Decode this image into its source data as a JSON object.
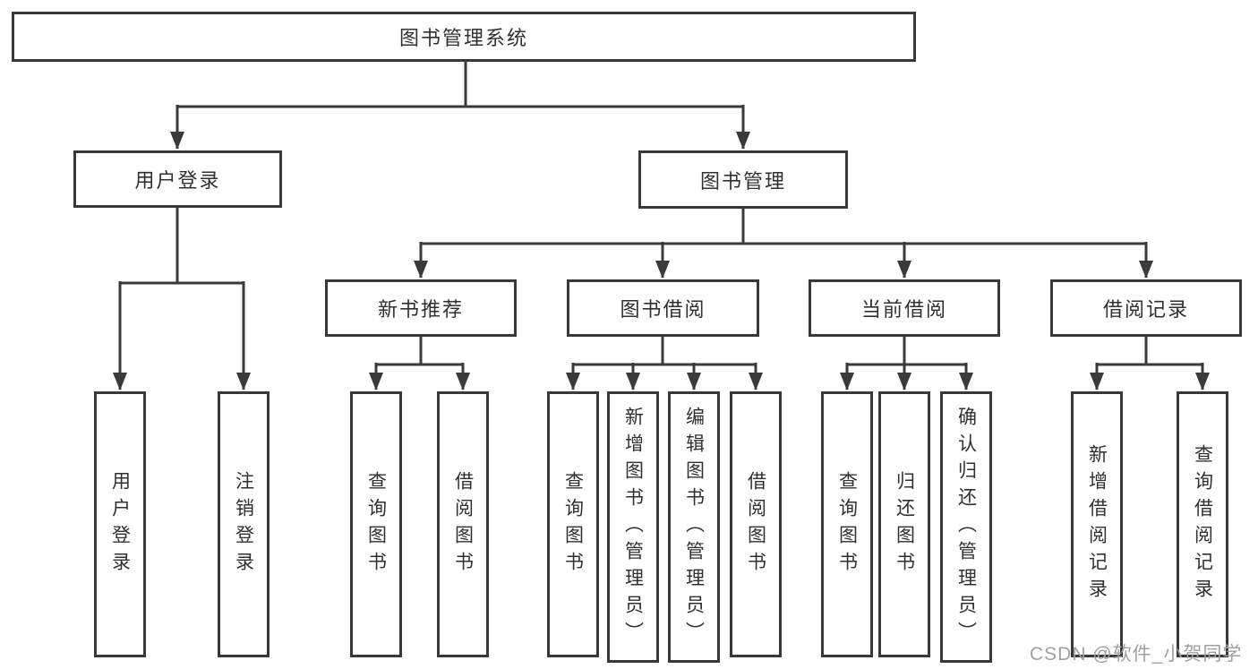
{
  "diagram": {
    "root": {
      "label": "图书管理系统",
      "children": [
        {
          "label": "用户登录",
          "children": [
            {
              "label": "用户登录"
            },
            {
              "label": "注销登录"
            }
          ]
        },
        {
          "label": "图书管理",
          "children": [
            {
              "label": "新书推荐",
              "children": [
                {
                  "label": "查询图书"
                },
                {
                  "label": "借阅图书"
                }
              ]
            },
            {
              "label": "图书借阅",
              "children": [
                {
                  "label": "查询图书"
                },
                {
                  "label": "新增图书（管理员）"
                },
                {
                  "label": "编辑图书（管理员）"
                },
                {
                  "label": "借阅图书"
                }
              ]
            },
            {
              "label": "当前借阅",
              "children": [
                {
                  "label": "查询图书"
                },
                {
                  "label": "归还图书"
                },
                {
                  "label": "确认归还（管理员）"
                }
              ]
            },
            {
              "label": "借阅记录",
              "children": [
                {
                  "label": "新增借阅记录"
                },
                {
                  "label": "查询借阅记录"
                }
              ]
            }
          ]
        }
      ]
    }
  },
  "watermark": {
    "text": "CSDN @软件_小贺同学"
  },
  "colors": {
    "line": "#3a3a3a",
    "box_border": "#383838",
    "text": "#303030",
    "background": "#ffffff",
    "watermark": "#a0a0a0"
  }
}
